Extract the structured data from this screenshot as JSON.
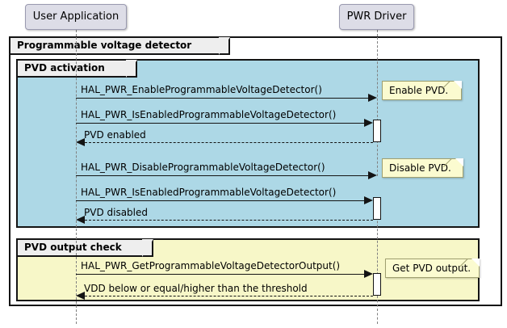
{
  "diagram": {
    "type": "uml-sequence-diagram",
    "title": "Programmable voltage detector",
    "background": "#FFFFFF"
  },
  "colors": {
    "participant_fill": "#DDDDE7",
    "participant_border": "#9A9AB0",
    "group_activation_fill": "#ADD8E6",
    "group_output_fill": "#F7F7C8",
    "frame_border": "#141414",
    "frame_label_fill": "#EEEEEE",
    "note_fill": "#FBFBD0",
    "note_border": "#A0A070",
    "lifeline": "#808080"
  },
  "participants": [
    {
      "id": "user-application",
      "label": "User Application"
    },
    {
      "id": "pwr-driver",
      "label": "PWR Driver"
    }
  ],
  "groups": [
    {
      "id": "programmable-voltage-detector",
      "label": "Programmable voltage detector",
      "kind": "outer"
    },
    {
      "id": "pvd-activation",
      "label": "PVD activation",
      "kind": "inner",
      "fill": "#ADD8E6"
    },
    {
      "id": "pvd-output-check",
      "label": "PVD output check",
      "kind": "inner",
      "fill": "#F7F7C8"
    }
  ],
  "messages": [
    {
      "id": "enable-pvd-call",
      "label": "HAL_PWR_EnableProgrammableVoltageDetector()",
      "from": "user-application",
      "to": "pwr-driver",
      "style": "solid",
      "direction": "right"
    },
    {
      "id": "is-enabled-call-1",
      "label": "HAL_PWR_IsEnabledProgrammableVoltageDetector()",
      "from": "user-application",
      "to": "pwr-driver",
      "style": "solid",
      "direction": "right"
    },
    {
      "id": "pvd-enabled-return",
      "label": "PVD enabled",
      "from": "pwr-driver",
      "to": "user-application",
      "style": "dashed",
      "direction": "left"
    },
    {
      "id": "disable-pvd-call",
      "label": "HAL_PWR_DisableProgrammableVoltageDetector()",
      "from": "user-application",
      "to": "pwr-driver",
      "style": "solid",
      "direction": "right"
    },
    {
      "id": "is-enabled-call-2",
      "label": "HAL_PWR_IsEnabledProgrammableVoltageDetector()",
      "from": "user-application",
      "to": "pwr-driver",
      "style": "solid",
      "direction": "right"
    },
    {
      "id": "pvd-disabled-return",
      "label": "PVD disabled",
      "from": "pwr-driver",
      "to": "user-application",
      "style": "dashed",
      "direction": "left"
    },
    {
      "id": "get-output-call",
      "label": "HAL_PWR_GetProgrammableVoltageDetectorOutput()",
      "from": "user-application",
      "to": "pwr-driver",
      "style": "solid",
      "direction": "right"
    },
    {
      "id": "vdd-threshold-return",
      "label": "VDD below or equal/higher than the threshold",
      "from": "pwr-driver",
      "to": "user-application",
      "style": "dashed",
      "direction": "left"
    }
  ],
  "notes": [
    {
      "id": "note-enable-pvd",
      "text": "Enable PVD."
    },
    {
      "id": "note-disable-pvd",
      "text": "Disable PVD."
    },
    {
      "id": "note-get-pvd-output",
      "text": "Get PVD output."
    }
  ]
}
